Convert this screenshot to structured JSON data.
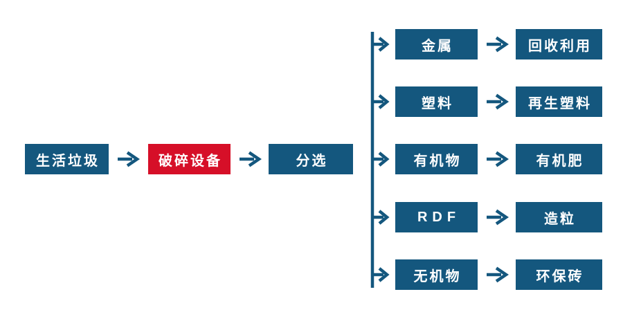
{
  "diagram": {
    "colors": {
      "node_blue": "#14577E",
      "node_red": "#D60F28",
      "connector_blue": "#14577E",
      "label_white": "#FFFFFF",
      "bg": "#FFFFFF"
    },
    "main_flow": {
      "nodes": [
        {
          "label": "生活垃圾"
        },
        {
          "label": "破碎设备"
        },
        {
          "label": "分选"
        }
      ]
    },
    "branches": [
      {
        "category": {
          "label": "金属"
        },
        "output": {
          "label": "回收利用"
        }
      },
      {
        "category": {
          "label": "塑料"
        },
        "output": {
          "label": "再生塑料"
        }
      },
      {
        "category": {
          "label": "有机物"
        },
        "output": {
          "label": "有机肥"
        }
      },
      {
        "category": {
          "label": "RDF"
        },
        "output": {
          "label": "造粒"
        }
      },
      {
        "category": {
          "label": "无机物"
        },
        "output": {
          "label": "环保砖"
        }
      }
    ]
  }
}
